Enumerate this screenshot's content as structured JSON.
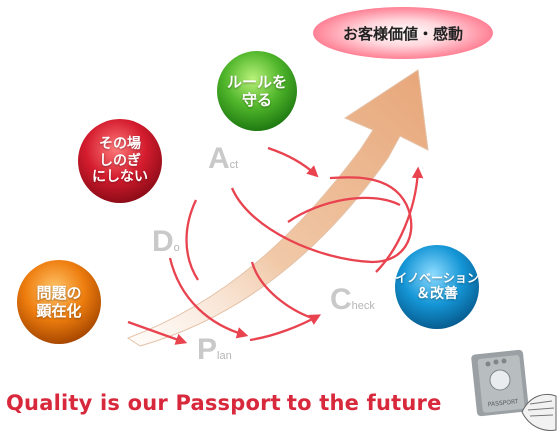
{
  "value_label": "お客様価値・感動",
  "circles": {
    "rules": [
      "ルールを",
      "守る"
    ],
    "sonoba": [
      "その場",
      "しのぎ",
      "にしない"
    ],
    "problem": [
      "問題の",
      "顕在化"
    ],
    "innovation": [
      "イノベーション",
      "＆改善"
    ]
  },
  "pdca": {
    "plan": {
      "big": "P",
      "small": "lan"
    },
    "do": {
      "big": "D",
      "small": "o"
    },
    "check": {
      "big": "C",
      "small": "heck"
    },
    "act": {
      "big": "A",
      "small": "ct"
    }
  },
  "tagline": {
    "part1": "Quality is our Passport",
    "part2": "to the future"
  },
  "passport_label": "PASSPORT",
  "colors": {
    "green": "#3aa826",
    "red": "#d41c2e",
    "orange": "#e8700a",
    "blue": "#1596d6",
    "tagline": "#d8283c",
    "arrow_red": "#e8434f"
  }
}
